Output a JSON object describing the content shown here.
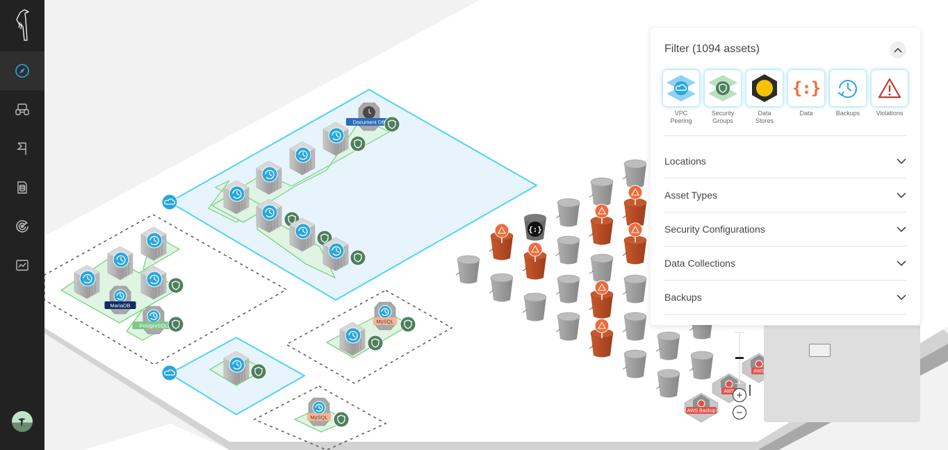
{
  "app": {
    "sidebar": {
      "logo": "bird-logo",
      "items": [
        {
          "name": "explore",
          "icon": "compass-icon",
          "active": true
        },
        {
          "name": "inventory",
          "icon": "topology-icon",
          "active": false
        },
        {
          "name": "flags",
          "icon": "flag-icon",
          "active": false
        },
        {
          "name": "reports",
          "icon": "database-document-icon",
          "active": false
        },
        {
          "name": "targets",
          "icon": "target-icon",
          "active": false
        },
        {
          "name": "analytics",
          "icon": "chart-line-icon",
          "active": false
        }
      ],
      "avatar": "user-avatar"
    },
    "colors": {
      "sidebar_bg": "#222222",
      "accent": "#29a8e0",
      "vpc_border": "#4fd2f5",
      "vpc_fill": "#e8f4fb",
      "security_green": "#4e7f5d",
      "violation_orange": "#f06b3a",
      "bucket_red": "#b94e2a",
      "aws_backup_red": "#e0524a"
    }
  },
  "filter": {
    "title": "Filter (1094 assets)",
    "tiles": [
      {
        "label_line1": "VPC",
        "label_line2": "Peering",
        "icon": "vpc-peering-icon"
      },
      {
        "label_line1": "Security",
        "label_line2": "Groups",
        "icon": "security-groups-icon"
      },
      {
        "label_line1": "Data",
        "label_line2": "Stores",
        "icon": "data-stores-icon"
      },
      {
        "label_line1": "Data",
        "label_line2": "",
        "icon": "data-icon"
      },
      {
        "label_line1": "Backups",
        "label_line2": "",
        "icon": "backups-icon"
      },
      {
        "label_line1": "Violations",
        "label_line2": "",
        "icon": "violations-icon"
      }
    ],
    "sections": [
      {
        "label": "Locations"
      },
      {
        "label": "Asset Types"
      },
      {
        "label": "Security Configurations"
      },
      {
        "label": "Data Collections"
      },
      {
        "label": "Backups"
      }
    ]
  },
  "map": {
    "labels": {
      "document_db": "Document DB",
      "mariadb": "MariaDB",
      "postgresql": "PostgreSQL",
      "mysql_1": "MySQL",
      "mysql_2": "MySQL",
      "aws_backup": "AWS Backup",
      "aws_backup_short": "AWS"
    },
    "data_glyph": "{:}"
  },
  "zoom_controls": {
    "zoom_in": "+",
    "zoom_out": "−"
  }
}
